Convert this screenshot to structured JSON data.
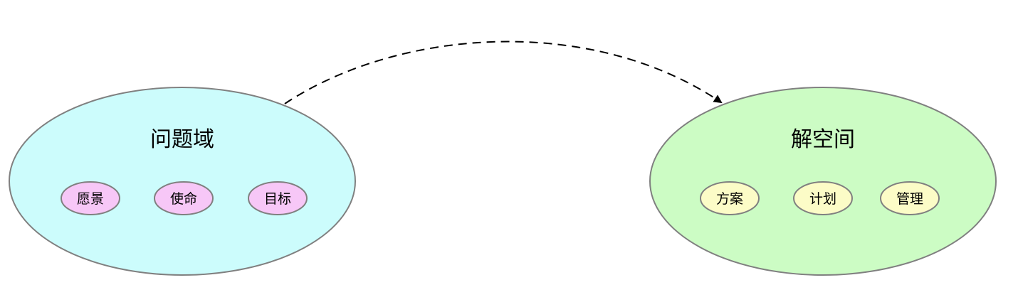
{
  "problem_domain": {
    "title": "问题域",
    "items": [
      "愿景",
      "使命",
      "目标"
    ]
  },
  "solution_space": {
    "title": "解空间",
    "items": [
      "方案",
      "计划",
      "管理"
    ]
  },
  "colors": {
    "problem_fill": "#ccfcfc",
    "problem_item_fill": "#f7c7f7",
    "solution_fill": "#ccfcc4",
    "solution_item_fill": "#fcfcc7",
    "stroke": "#808080",
    "arrow": "#000000"
  }
}
